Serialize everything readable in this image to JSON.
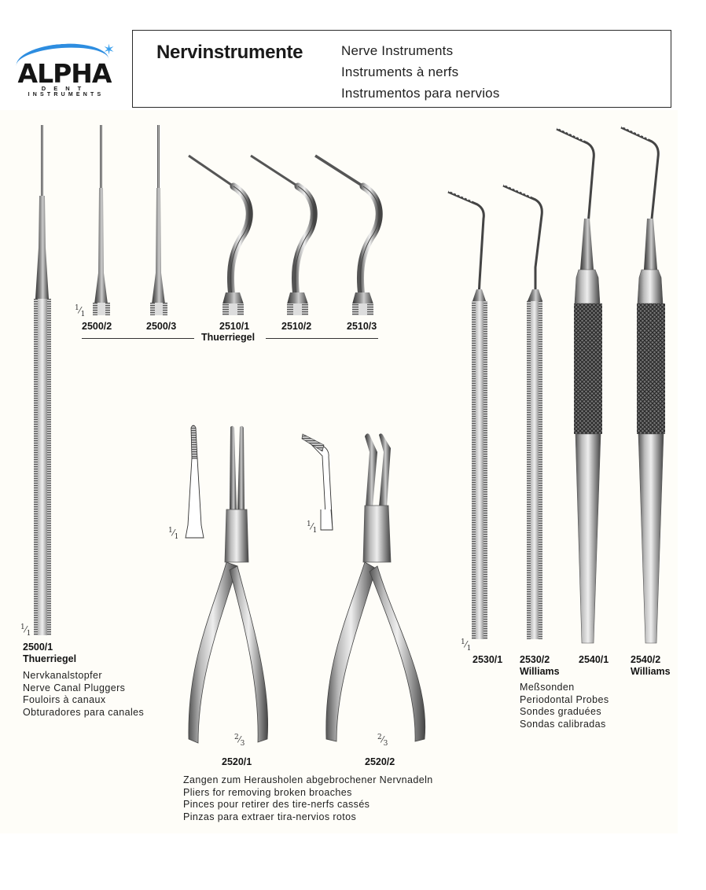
{
  "logo": {
    "brand": "ALPHA",
    "line2": "DENT",
    "line3": "INSTRUMENTS",
    "arc_color": "#2d8de0"
  },
  "header": {
    "title": "Nervinstrumente",
    "subtitles": [
      "Nerve Instruments",
      "Instruments à nerfs",
      "Instrumentos para nervios"
    ]
  },
  "pluggers": {
    "scale": "1/1",
    "group_label": "Thuerriegel",
    "items": [
      {
        "code": "2500/2"
      },
      {
        "code": "2500/3"
      },
      {
        "code": "2510/1"
      },
      {
        "code": "2510/2"
      },
      {
        "code": "2510/3"
      }
    ],
    "long_item": {
      "code": "2500/1",
      "name": "Thuerriegel",
      "scale": "1/1"
    },
    "description": [
      "Nervkanalstopfer",
      "Nerve Canal Pluggers",
      "Fouloirs à canaux",
      "Obturadores para canales"
    ]
  },
  "pliers": {
    "tip_scale": "1/1",
    "handle_scale": "2/3",
    "items": [
      {
        "code": "2520/1",
        "scale": "2/3",
        "tip_scale": "1/1"
      },
      {
        "code": "2520/2",
        "scale": "2/3",
        "tip_scale": "1/1"
      }
    ],
    "description": [
      "Zangen zum Herausholen abgebrochener Nervnadeln",
      "Pliers for removing broken broaches",
      "Pinces pour retirer des tire-nerfs cassés",
      "Pinzas para extraer tira-nervios rotos"
    ]
  },
  "probes": {
    "scale": "1/1",
    "items": [
      {
        "code": "2530/1",
        "name": ""
      },
      {
        "code": "2530/2",
        "name": "Williams"
      },
      {
        "code": "2540/1",
        "name": ""
      },
      {
        "code": "2540/2",
        "name": "Williams"
      }
    ],
    "description": [
      "Meßsonden",
      "Periodontal Probes",
      "Sondes graduées",
      "Sondas calibradas"
    ]
  }
}
